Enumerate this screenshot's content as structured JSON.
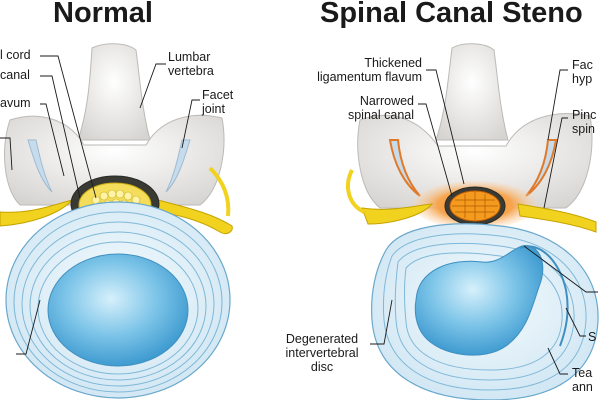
{
  "panels": {
    "normal": {
      "title": "Normal",
      "labels": {
        "spinal_cord": "l cord",
        "spinal_canal": "canal",
        "ligamentum": "avum",
        "lumbar_line1": "Lumbar",
        "lumbar_line2": "vertebra",
        "facet_line1": "Facet",
        "facet_line2": "joint"
      }
    },
    "stenosis": {
      "title": "Spinal Canal Steno",
      "labels": {
        "thickened_line1": "Thickened",
        "thickened_line2": "ligamentum flavum",
        "narrowed_line1": "Narrowed",
        "narrowed_line2": "spinal canal",
        "facet_line1": "Fac",
        "facet_line2": "hyp",
        "pinched_line1": "Pinc",
        "pinched_line2": "spin",
        "degenerated_line1": "Degenerated",
        "degenerated_line2": "intervertebral",
        "degenerated_line3": "disc",
        "right_s": "S",
        "tear_line1": "Tea",
        "tear_line2": "ann"
      }
    }
  },
  "colors": {
    "bone": "#ecebea",
    "disc_ring": "#8cc3df",
    "disc_core": "#5ab0df",
    "nerve": "#f1d21f",
    "cartilage": "#c6dced",
    "inflammation": "#f19a3a"
  }
}
